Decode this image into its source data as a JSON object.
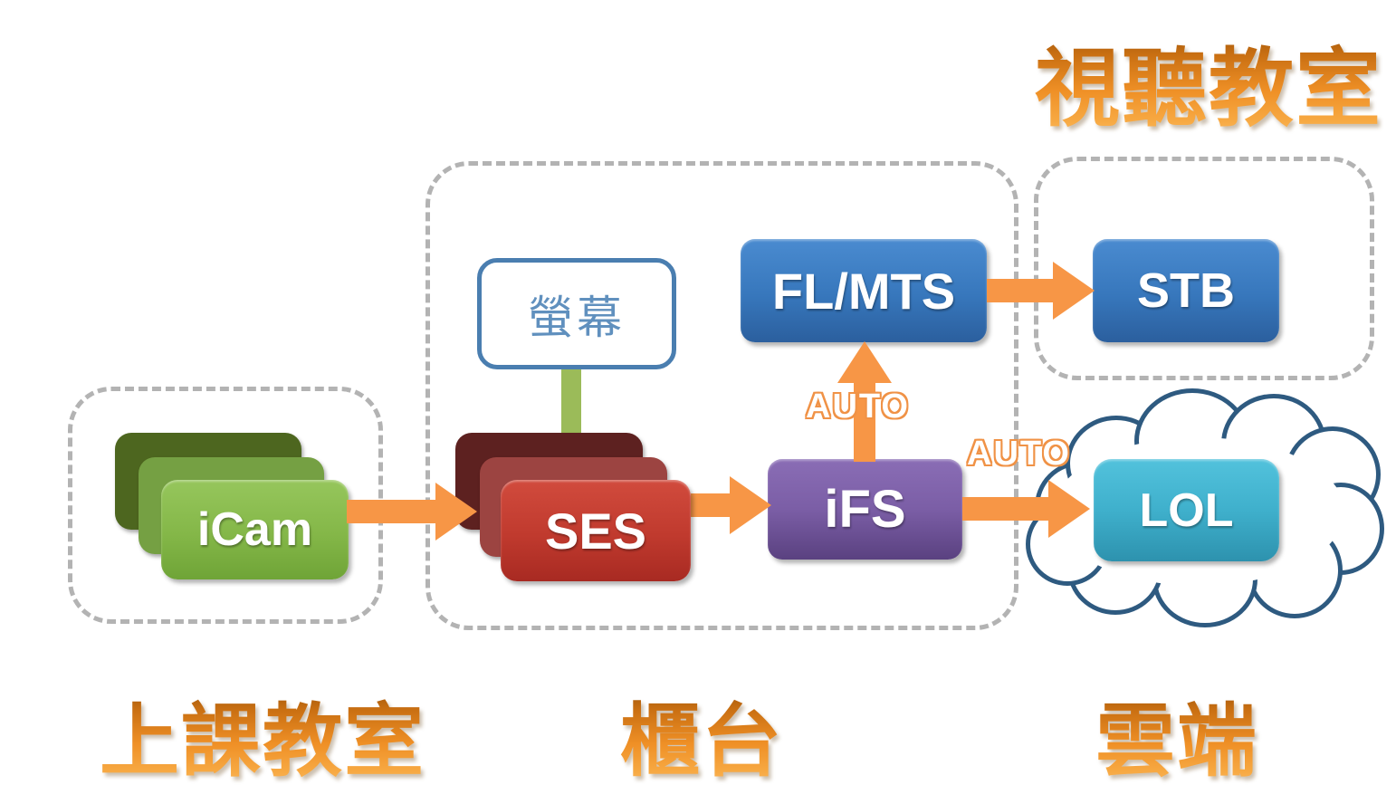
{
  "title": "視聽教室",
  "sections": {
    "classroom": {
      "label": "上課教室"
    },
    "counter": {
      "label": "櫃台"
    },
    "cloud": {
      "label": "雲端"
    }
  },
  "nodes": {
    "icam": {
      "label": "iCam"
    },
    "screen": {
      "label": "螢幕"
    },
    "ses": {
      "label": "SES"
    },
    "ifs": {
      "label": "iFS"
    },
    "flmts": {
      "label": "FL/MTS"
    },
    "stb": {
      "label": "STB"
    },
    "lol": {
      "label": "LOL"
    }
  },
  "arrows": {
    "ifs_to_flmts": {
      "label": "AUTO"
    },
    "ifs_to_lol": {
      "label": "AUTO"
    }
  },
  "colors": {
    "arrow_orange": "#F79646",
    "label_orange": "#E07F17",
    "green_front": "#8FC04E",
    "green_connector": "#9BBB59",
    "red_front": "#C8402F",
    "purple": "#7B5EA6",
    "blue": "#3777BC",
    "cyan": "#3FB0CC",
    "cloud_outline": "#2E5A80",
    "screen_border": "#4A7EB0",
    "dashed_border": "#B3B3B3"
  }
}
